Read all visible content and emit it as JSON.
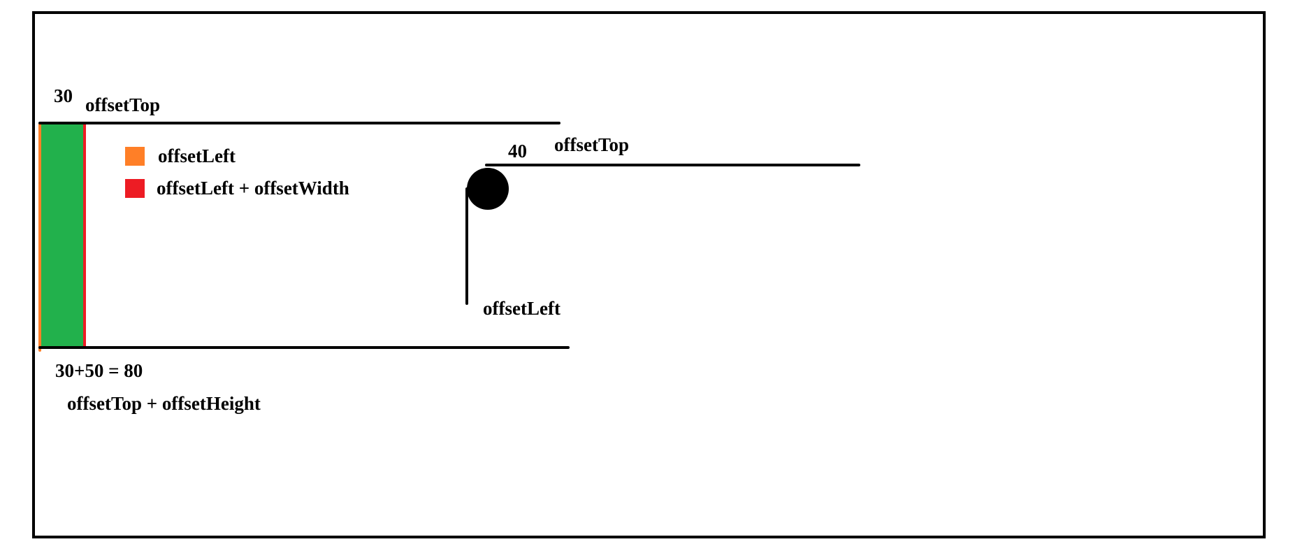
{
  "colors": {
    "green_box": "#22b14c",
    "orange": "#ff7f27",
    "red": "#ed1c24",
    "black": "#000000",
    "background": "#ffffff"
  },
  "first_element": {
    "top_value": "30",
    "top_label": "offsetTop",
    "bottom_value": "30+50 = 80",
    "bottom_label": "offsetTop + offsetHeight"
  },
  "legend": {
    "orange_label": "offsetLeft",
    "red_label": "offsetLeft + offsetWidth"
  },
  "second_element": {
    "top_value": "40",
    "top_label": "offsetTop",
    "left_label": "offsetLeft"
  }
}
